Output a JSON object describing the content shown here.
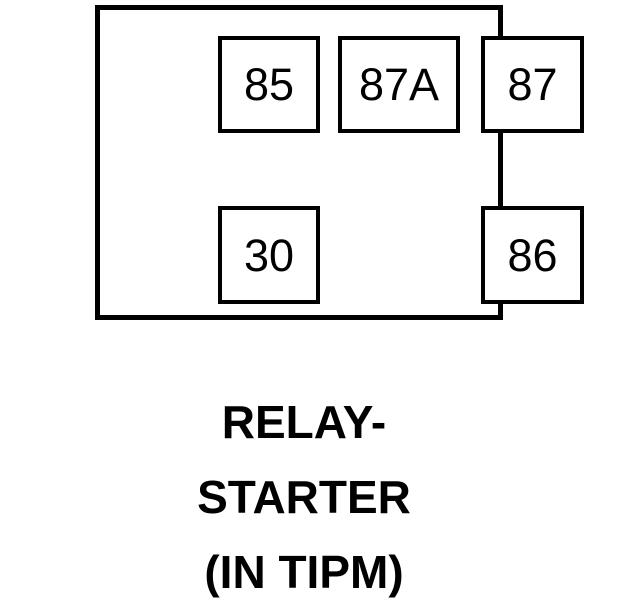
{
  "diagram": {
    "type": "relay-pinout",
    "component": "RELAY-STARTER",
    "location": "(IN TIPM)",
    "body": {
      "stroke_color": "#000000",
      "fill_color": "#ffffff"
    },
    "terminals": [
      {
        "id": "85",
        "label": "85",
        "row": "top",
        "column": "left"
      },
      {
        "id": "87A",
        "label": "87A",
        "row": "top",
        "column": "center"
      },
      {
        "id": "87",
        "label": "87",
        "row": "top",
        "column": "right"
      },
      {
        "id": "30",
        "label": "30",
        "row": "bottom",
        "column": "left"
      },
      {
        "id": "86",
        "label": "86",
        "row": "bottom",
        "column": "right"
      }
    ],
    "caption": {
      "lines": [
        "RELAY-",
        "STARTER",
        "(IN TIPM)"
      ]
    }
  }
}
